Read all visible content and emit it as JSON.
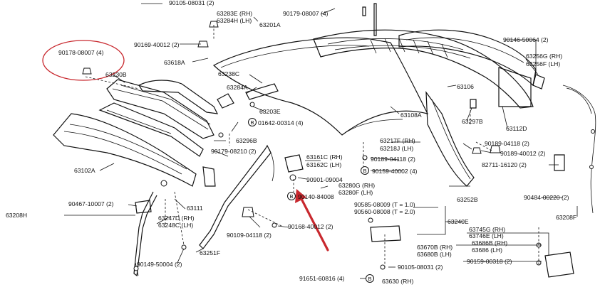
{
  "labels": {
    "p90105_08031_top": "90105-08031 (2)",
    "p63283E": "63283E (RH)",
    "p63284H": "63284H (LH)",
    "p90179_08007_top": "90179-08007 (4)",
    "p63201A": "63201A",
    "p90169_40012_top": "90169-40012 (2)",
    "p90178_08007_circ": "90178-08007 (4)",
    "p63230B": "63230B",
    "p63618A": "63618A",
    "p63238C": "63238C",
    "p63284A": "63284A",
    "p63203E": "63203E",
    "p01642": "01642-00314 (4)",
    "p90146_50064": "90146-50064 (2)",
    "p63256G": "63256G (RH)",
    "p63256F": "63256F (LH)",
    "p63106": "63106",
    "p63108A": "63108A",
    "p63297B": "63297B",
    "p63112D": "63112D",
    "p63102A": "63102A",
    "p63296B": "63296B",
    "p90179_08210": "90179-08210 (2)",
    "p63217F": "63217F (RH)",
    "p63218J": "63218J (LH)",
    "p63161C": "63161C (RH)",
    "p63162C": "63162C (LH)",
    "p90189_04118_mid": "90189-04118 (2)",
    "p90159_40002": "90159-40002 (4)",
    "p90189_04118_right": "90189-04118 (2)",
    "p90189_40012_right": "90189-40012 (2)",
    "p82711": "82711-16120 (2)",
    "p90901_09004": "90901-09004",
    "p63280G": "63280G (RH)",
    "p63280F": "63280F (LH)",
    "p90140_84008": "90140-84008",
    "p63252B": "63252B",
    "p90467_10007": "90467-10007 (2)",
    "p63111": "63111",
    "p90484_00220": "90484-00220 (2)",
    "p63208H": "63208H",
    "p63247D": "63247D (RH)",
    "p63248C": "63248C (LH)",
    "p90585_08009": "90585-08009 (T = 1.0)",
    "p90560_08008": "90560-08008 (T = 2.0)",
    "p63208F": "63208F",
    "p63240E": "63240E",
    "p90109_04118": "90109-04118 (2)",
    "p90168_40012": "90168-40012 (2)",
    "p63745G": "63745G (RH)",
    "p63746E": "63746E (LH)",
    "p63670B": "63670B (RH)",
    "p63680B": "63680B (LH)",
    "p63686B": "63686B (RH)",
    "p63686": "63686 (LH)",
    "p90159_00318": "90159-00318 (2)",
    "p63251F": "63251F",
    "p90149_50004": "90149-50004 (2)",
    "p90105_08031_bot": "90105-08031 (2)",
    "p91651_60816": "91651-60816 (4)",
    "p63630": "63630 (RH)"
  },
  "callout_markers": [
    "B",
    "B",
    "B",
    "B"
  ],
  "colors": {
    "annotation": "#c8282e",
    "line": "#111111"
  }
}
